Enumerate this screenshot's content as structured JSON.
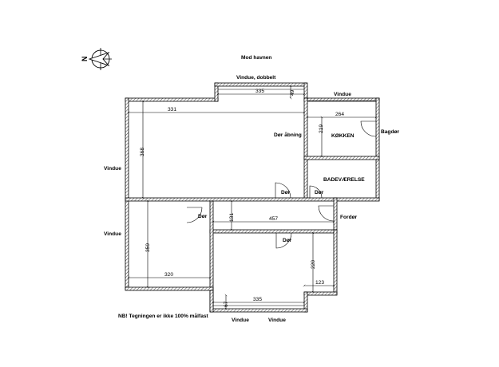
{
  "compass": {
    "letter": "N",
    "icon": "compass-icon"
  },
  "title": "Mod havnen",
  "note": "NB! Tegningen er ikke 100% målfast",
  "labels": {
    "window_double": "Vindue, dobbelt",
    "window_top_right": "Vindue",
    "window_left_upper": "Vindue",
    "window_left_lower": "Vindue",
    "window_bottom_1": "Vindue",
    "window_bottom_2": "Vindue",
    "door_opening": "Dør åbning",
    "kitchen": "KØKKEN",
    "back_door": "Bagdør",
    "bathroom": "BADEVÆRELSE",
    "door_living": "Dør",
    "door_bath": "Dør",
    "door_bedroom1": "Dør",
    "door_bedroom2": "Dør",
    "front_door": "Fordør"
  },
  "dimensions": {
    "top_window_width": "335",
    "top_window_depth": "49",
    "kitchen_width": "264",
    "kitchen_depth": "219",
    "living_width": "331",
    "living_depth": "368",
    "hall_length": "457",
    "hall_width": "131",
    "bed1_depth": "359",
    "bed1_width": "320",
    "bed2_depth": "220",
    "bed2_niche": "123",
    "bottom_window_width": "335",
    "bottom_window_depth": "67"
  }
}
